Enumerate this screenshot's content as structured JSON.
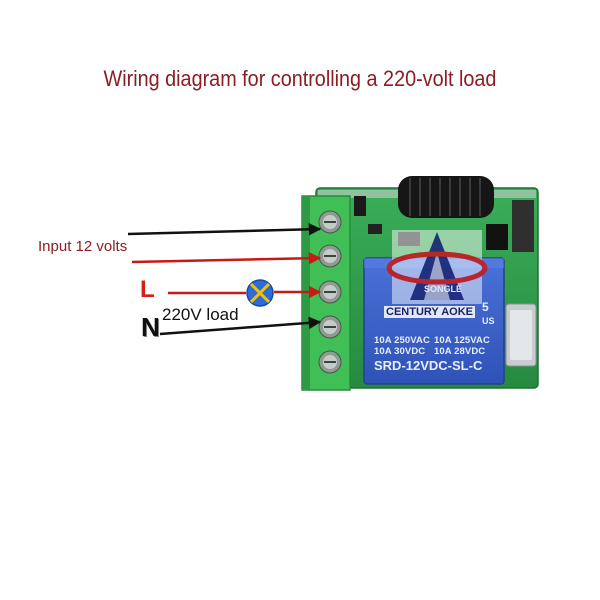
{
  "diagram": {
    "title": "Wiring diagram for controlling a 220-volt load",
    "labels": {
      "input": "Input 12 volts",
      "line": "L",
      "neutral": "N",
      "load": "220V load"
    },
    "relay": {
      "spec_line1_left": "10A 250VAC",
      "spec_line1_right": "10A 125VAC",
      "spec_line2_left": "10A 30VDC",
      "spec_line2_right": "10A 28VDC",
      "model": "SRD-12VDC-SL-C",
      "brand_fragment": "SONGLE",
      "us_mark": "US",
      "digit": "5"
    },
    "watermark": {
      "text": "CENTURY AOKE"
    },
    "colors": {
      "title": "#8b1e24",
      "input_label": "#8b1e24",
      "line_label": "#d81c1c",
      "black_wire": "#111111",
      "red_wire": "#c81818",
      "board": "#2f9d4c",
      "terminal": "#3fbf56",
      "relay": "#3a5fc8",
      "lamp": "#2b6cd8"
    }
  }
}
